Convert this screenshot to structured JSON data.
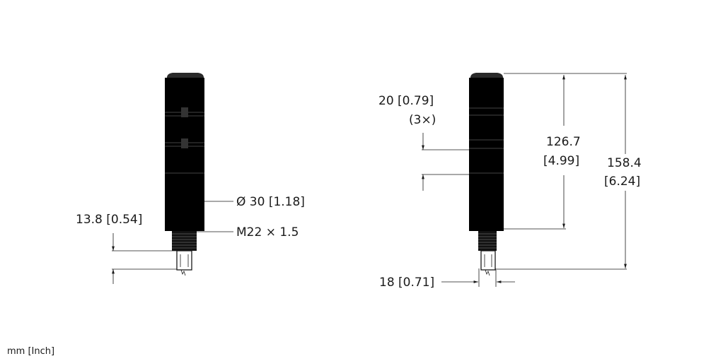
{
  "left_view": {
    "diameter_label": "Ø 30 [1.18]",
    "thread_label": "M22 × 1.5",
    "connector_length_label": "13.8 [0.54]"
  },
  "right_view": {
    "segment_height_label": "20 [0.79]",
    "segment_count_label": "(3×)",
    "body_height_label_mm": "126.7",
    "body_height_label_in": "[4.99]",
    "total_height_label_mm": "158.4",
    "total_height_label_in": "[6.24]",
    "connector_width_label": "18 [0.71]"
  },
  "units_note": "mm [Inch]"
}
